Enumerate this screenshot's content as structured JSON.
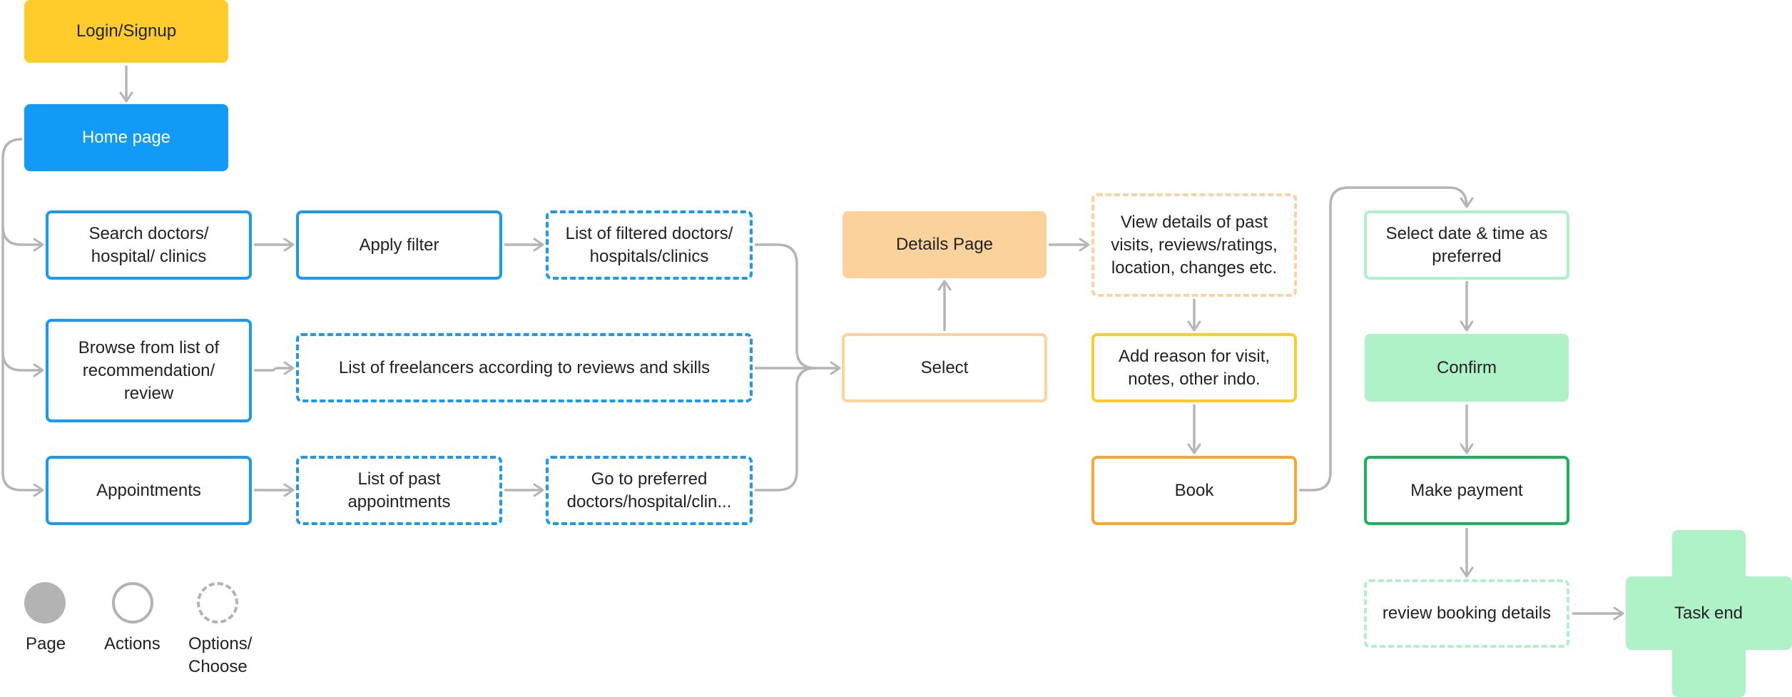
{
  "colors": {
    "login": "#ffcc2c",
    "home": "#119bf6",
    "blue_stroke": "#1a9aef",
    "details_fill": "#fbd29c",
    "orange_light": "#fcd29f",
    "yellow": "#fdcb2e",
    "orange": "#fba62d",
    "green_light": "#b0f2c8",
    "green": "#1bb15c",
    "connector": "#b5b5b5",
    "legend": "#b3b3b3"
  },
  "nodes": {
    "login": "Login/Signup",
    "home": "Home page",
    "search": [
      "Search doctors/",
      "hospital/ clinics"
    ],
    "apply_filter": "Apply filter",
    "filtered_list": [
      "List of filtered doctors/",
      "hospitals/clinics"
    ],
    "browse": [
      "Browse from list of",
      "recommendation/",
      "review"
    ],
    "freelancers": "List of freelancers according to reviews and skills",
    "appointments": "Appointments",
    "past_appointments": [
      "List of past",
      "appointments"
    ],
    "go_preferred": [
      "Go to preferred",
      "doctors/hospital/clin..."
    ],
    "details_page": "Details Page",
    "select": "Select",
    "view_details": [
      "View details of past",
      "visits, reviews/ratings,",
      "location, changes etc."
    ],
    "add_reason": [
      "Add reason for visit,",
      "notes, other indo."
    ],
    "book": "Book",
    "select_date": [
      "Select date & time as",
      "preferred"
    ],
    "confirm": "Confirm",
    "make_payment": "Make payment",
    "review_booking": "review booking details",
    "task_end": "Task end"
  },
  "legend": [
    {
      "type": "page",
      "label": "Page"
    },
    {
      "type": "actions",
      "label": "Actions"
    },
    {
      "type": "options",
      "label_lines": [
        "Options/",
        "Choose"
      ]
    }
  ]
}
